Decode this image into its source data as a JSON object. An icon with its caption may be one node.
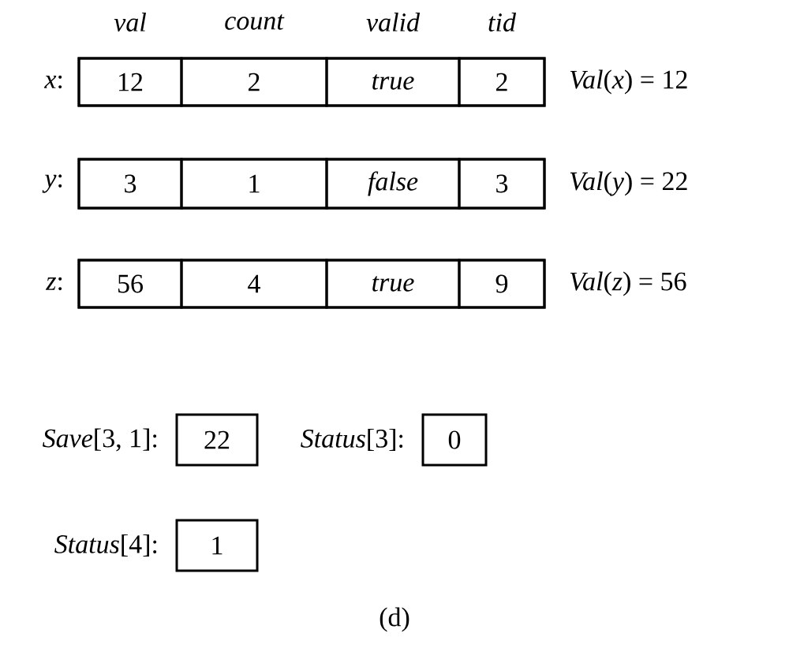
{
  "diagram": {
    "caption": "(d)",
    "nodes": [
      {
        "text": [],
        "shape": "box",
        "beside": [
          "*x*:",
          "*Val*(*x*) = 12"
        ]
      },
      {
        "text": [
          "12"
        ],
        "in": 0
      },
      {
        "text": [
          "2"
        ],
        "in": 0
      },
      {
        "text": [
          "true"
        ],
        "in": 0
      },
      {
        "text": [
          "2"
        ],
        "in": 0
      },
      {
        "text": [],
        "shape": "box",
        "beside": [
          "*y*:",
          "*Val*(*y*) = 22"
        ]
      },
      {
        "text": [
          "3"
        ],
        "in": 5
      },
      {
        "text": [
          "1"
        ],
        "in": 5
      },
      {
        "text": [
          "false"
        ],
        "in": 5
      },
      {
        "text": [
          "3"
        ],
        "in": 5
      },
      {
        "text": [],
        "shape": "box",
        "beside": [
          "*z*:",
          "*Val*(*z*) = 56"
        ]
      },
      {
        "text": [
          "56"
        ],
        "in": 10
      },
      {
        "text": [
          "4"
        ],
        "in": 10
      },
      {
        "text": [
          "true"
        ],
        "in": 10
      },
      {
        "text": [
          "9"
        ],
        "in": 10
      },
      {
        "text": [
          "22"
        ],
        "beside": [
          "*Save*[3, 1]:"
        ]
      },
      {
        "text": [
          "0"
        ],
        "beside": [
          "*Status*[3]:"
        ]
      },
      {
        "text": [
          "1"
        ],
        "beside": [
          "*Status*[4]:"
        ]
      }
    ],
    "labels": [
      "val",
      "count",
      "valid",
      "tid"
    ]
  }
}
